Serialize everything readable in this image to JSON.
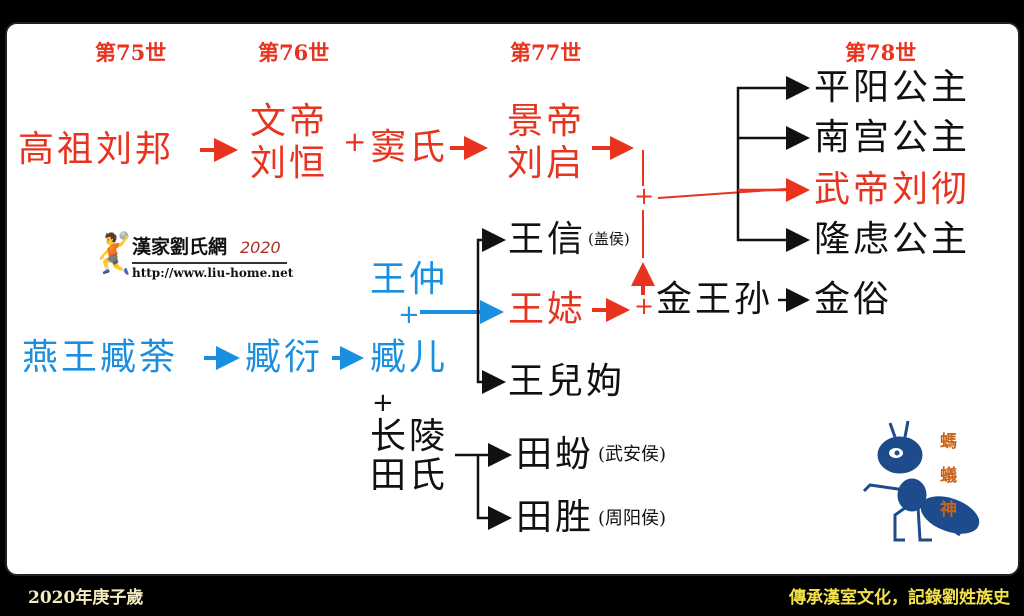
{
  "generations": [
    "第75世",
    "第76世",
    "第77世",
    "第78世"
  ],
  "nodes": {
    "gaozu": "高祖刘邦",
    "wendi_1": "文帝",
    "wendi_2": "刘恒",
    "plus_dou": "+",
    "dou": "窦氏",
    "jingdi_1": "景帝",
    "jingdi_2": "刘启",
    "pingyang": "平阳公主",
    "nangong": "南宫公主",
    "wudi": "武帝刘彻",
    "longlv": "隆虑公主",
    "wangxin": "王信",
    "wangxin_title": "(盖侯)",
    "wangzhi": "王娡",
    "wangerxu": "王兒姁",
    "wangzhong": "王仲",
    "plus_wang": "+",
    "yanwang": "燕王臧荼",
    "zangyan": "臧衍",
    "zanger": "臧儿",
    "plus_tian": "+",
    "tian_1": "长陵",
    "tian_2": "田氏",
    "tianfen": "田蚡",
    "tianfen_title": "(武安侯)",
    "tiansheng": "田胜",
    "tiansheng_title": "(周阳侯)",
    "plus_jin": "+",
    "jinwangsun": "金王孙",
    "jinsu": "金俗",
    "plus_jing": "+"
  },
  "logo": {
    "name": "漢家劉氏網",
    "year": "2020",
    "url": "http://www.liu-home.net"
  },
  "mascot": "螞蟻神",
  "footer": {
    "left": "2020年庚子歲",
    "right": "傳承漢室文化，記錄劉姓族史"
  },
  "colors": {
    "red": "#e8331f",
    "blue": "#1a8fe0",
    "black": "#111111",
    "footer": "#f3e34a"
  }
}
